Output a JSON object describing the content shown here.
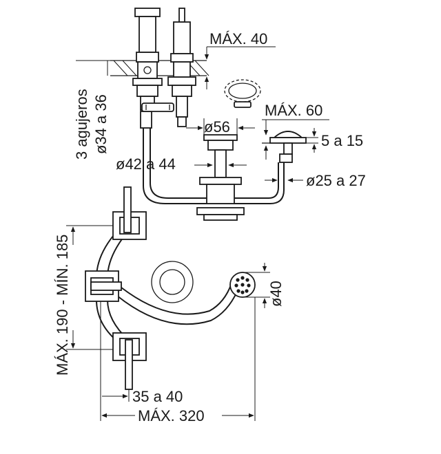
{
  "dimensions": {
    "max_height_above_deck": "MÁX. 40",
    "holes_count": "3 agujeros",
    "holes_diameter": "ø34 a 36",
    "drain_diameter": "ø56",
    "hole_diameter_drain": "ø42 a 44",
    "max_shower_height": "MÁX. 60",
    "deck_thickness": "5 a 15",
    "shower_hole_diameter": "ø25 a 27",
    "handle_spacing": "MÁX. 190 - MÍN. 185",
    "shower_head_diameter": "ø40",
    "offset": "35 a 40",
    "max_width": "MÁX. 320"
  },
  "colors": {
    "line": "#1a1a1a",
    "background": "#ffffff"
  }
}
